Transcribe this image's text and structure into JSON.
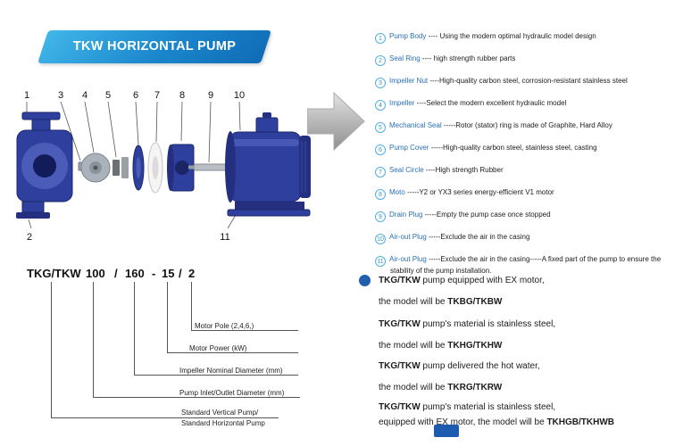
{
  "header": {
    "title": "TKW HORIZONTAL PUMP"
  },
  "diagram": {
    "top_callouts": [
      "1",
      "3",
      "4",
      "5",
      "6",
      "7",
      "8",
      "9",
      "10"
    ],
    "bottom_left_callout": "2",
    "bottom_right_callout": "11"
  },
  "parts": {
    "items": [
      {
        "num": "1",
        "name": "Pump Body",
        "desc": " ---- Using the modern optimal hydraulic model design"
      },
      {
        "num": "2",
        "name": "Seal Ring",
        "desc": " ---- high strength rubber parts"
      },
      {
        "num": "3",
        "name": "Impeller Nut",
        "desc": " ----High-quality carbon steel, corrosion-resistant stainless steel"
      },
      {
        "num": "4",
        "name": "Impeller",
        "desc": " ----Select the modern excellent hydraulic model"
      },
      {
        "num": "5",
        "name": "Mechanical Seal",
        "desc": " -----Rotor (stator) ring is made of Graphite, Hard Alloy"
      },
      {
        "num": "6",
        "name": "Pump Cover",
        "desc": " -----High-quality carbon steel, stainless steel, casting"
      },
      {
        "num": "7",
        "name": "Seal Circle",
        "desc": " ----High strength Rubber"
      },
      {
        "num": "8",
        "name": "Moto",
        "desc": " -----Y2 or YX3 series energy-efficient V1 motor"
      },
      {
        "num": "9",
        "name": "Drain Plug",
        "desc": " -----Empty the pump case once stopped"
      },
      {
        "num": "10",
        "name": "Air-out Plug",
        "desc": " -----Exclude the air in the casing"
      },
      {
        "num": "11",
        "name": "Air-out Plug",
        "desc": " -----Exclude the air in the casing-----A fixed part of the pump to ensure the stability of the pump installation."
      }
    ]
  },
  "model_code": {
    "tokens": [
      "TKG/TKW",
      "100",
      "/",
      "160",
      "-",
      "15",
      "/",
      "2"
    ],
    "labels": {
      "motor_pole": "Motor Pole (2,4,6,)",
      "motor_power": "Motor Power  (kW)",
      "impeller_diameter": "Impeller Nominal Diameter (mm)",
      "inlet_outlet": "Pump Inlet/Outlet Diameter (mm)",
      "standard_vertical": "Standard Vertical Pump/",
      "standard_horizontal": "Standard  Horizontal Pump"
    }
  },
  "notes": {
    "lines": [
      {
        "pre": "",
        "bold": "TKG/TKW",
        "post": " pump equipped with EX motor,"
      },
      {
        "pre": "the model will be ",
        "bold": "TKBG/TKBW",
        "post": ""
      },
      {
        "pre": "",
        "bold": "TKG/TKW",
        "post": " pump's material is stainless steel,"
      },
      {
        "pre": "the model will be ",
        "bold": "TKHG/TKHW",
        "post": ""
      },
      {
        "pre": "",
        "bold": "TKG/TKW",
        "post": " pump delivered the hot water,"
      },
      {
        "pre": "the model will be ",
        "bold": "TKRG/TKRW",
        "post": ""
      },
      {
        "pre": "",
        "bold": "TKG/TKW",
        "post": " pump's material is stainless steel,"
      },
      {
        "pre": "equipped with EX motor, the model will be ",
        "bold": "TKHGB/TKHWB",
        "post": ""
      }
    ]
  },
  "colors": {
    "banner_gradient_start": "#41b7e9",
    "banner_gradient_end": "#0f6cb5",
    "pump_blue": "#2e3f9e",
    "pump_blue_dark": "#24307f",
    "part_name_blue": "#2a70b8",
    "callout_circle_teal": "#56aee0",
    "note_bullet_blue": "#1f5fae",
    "arrow_gray": "#b9b9b9"
  }
}
